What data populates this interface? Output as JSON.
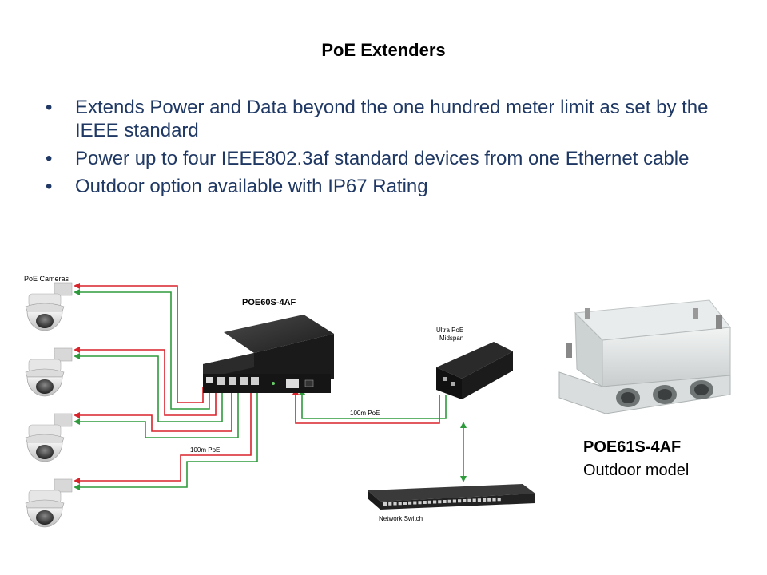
{
  "slide": {
    "title": "PoE Extenders",
    "bullets": [
      "Extends Power and Data beyond the one hundred meter limit as set by the IEEE standard",
      "Power up to four IEEE802.3af standard devices from one Ethernet cable",
      "Outdoor option available with IP67 Rating"
    ]
  },
  "diagram": {
    "cameras_label": "PoE Cameras",
    "extender_label": "POE60S-4AF",
    "midspan_label_1": "Ultra PoE",
    "midspan_label_2": "Midspan",
    "link_label_1": "100m PoE",
    "link_label_2": "100m PoE",
    "switch_label": "Network Switch",
    "camera_count": 4,
    "colors": {
      "power": "#d9232a",
      "data": "#2e9a3c"
    }
  },
  "outdoor": {
    "model": "POE61S-4AF",
    "description": "Outdoor model"
  }
}
